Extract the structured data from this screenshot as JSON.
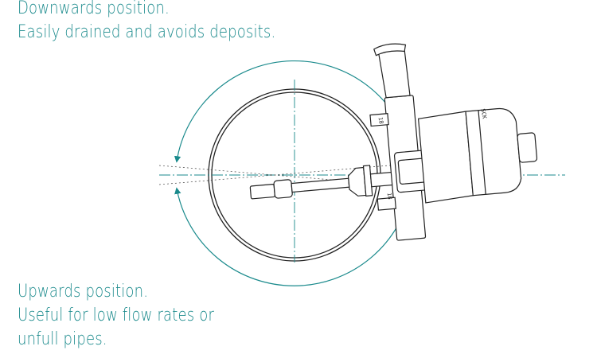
{
  "captions": {
    "downwards": [
      "Downwards position.",
      "Easily drained and avoids deposits."
    ],
    "upwards": [
      "Upwards position.",
      "Useful for low flow rates or",
      "unfull pipes."
    ]
  },
  "probe_marks": {
    "top_clamp": "18",
    "bottom_clamp": "18",
    "head": "SCK"
  },
  "colors": {
    "annotation": "#1a8a8c",
    "drawing": "#222222"
  }
}
